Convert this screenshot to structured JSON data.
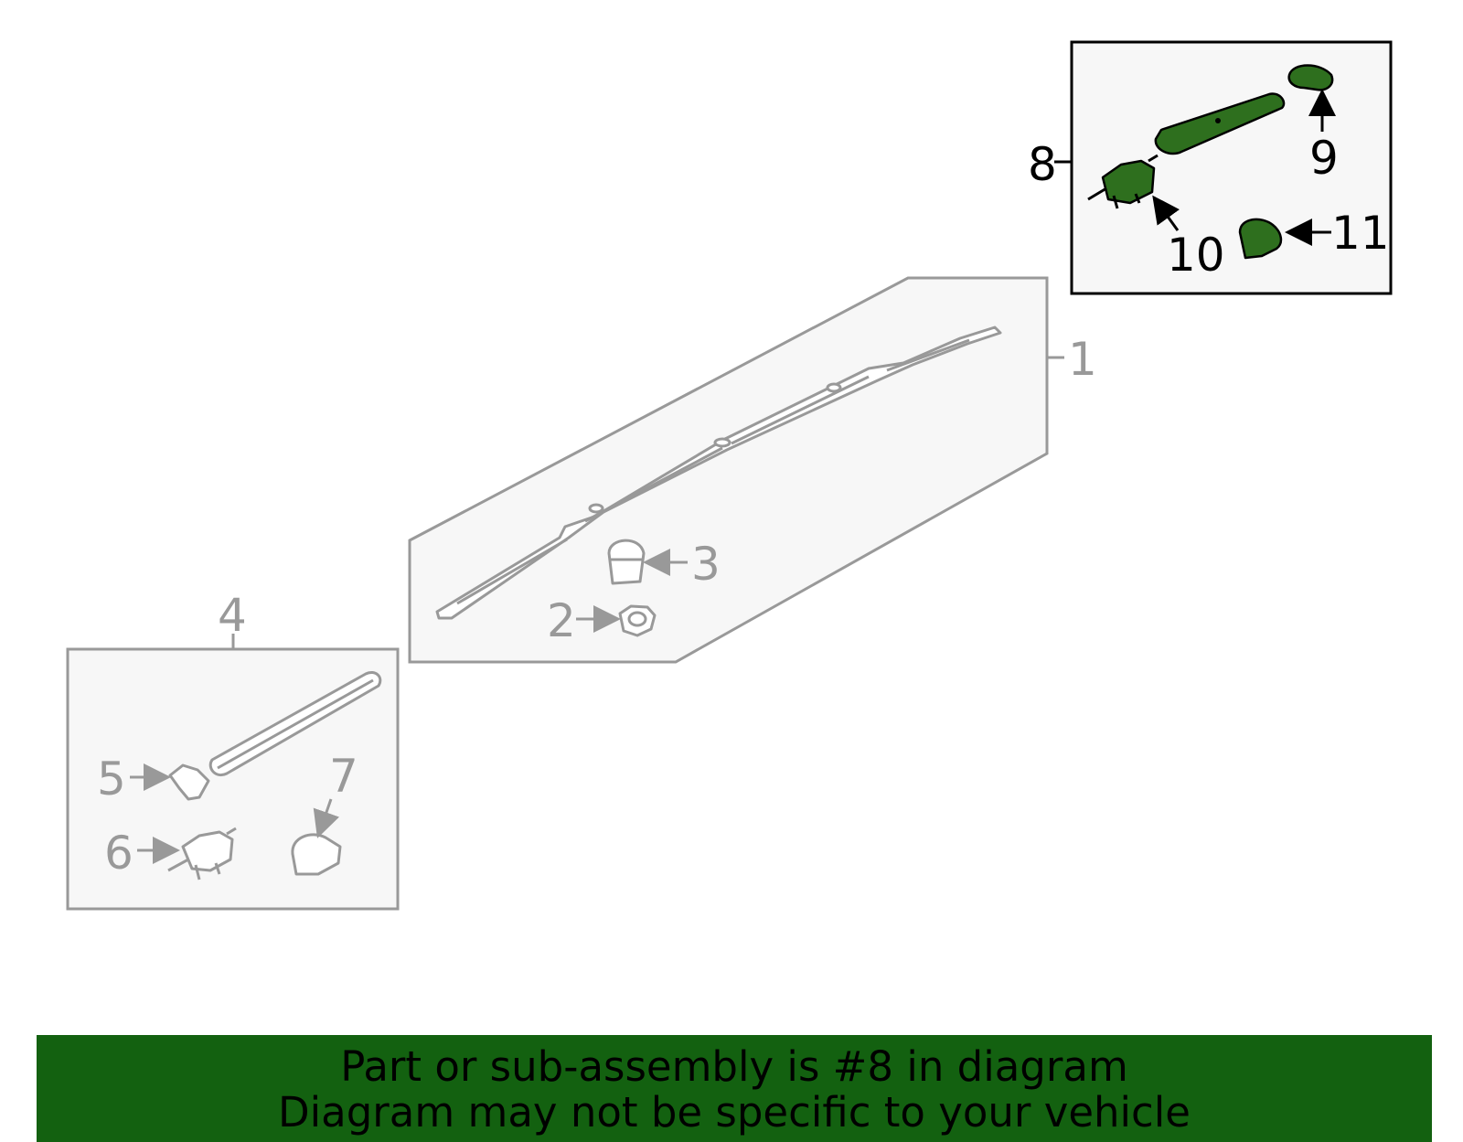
{
  "callouts": {
    "c1": "1",
    "c2": "2",
    "c3": "3",
    "c4": "4",
    "c5": "5",
    "c6": "6",
    "c7": "7",
    "c8": "8",
    "c9": "9",
    "c10": "10",
    "c11": "11"
  },
  "banner": {
    "line1": "Part or sub-assembly is #8 in diagram",
    "line2": "Diagram may not be specific to your vehicle"
  },
  "colors": {
    "highlight": "#136110",
    "part_fill": "#2e6f1e",
    "inactive": "#999999",
    "panel_fill": "#f7f7f7"
  }
}
